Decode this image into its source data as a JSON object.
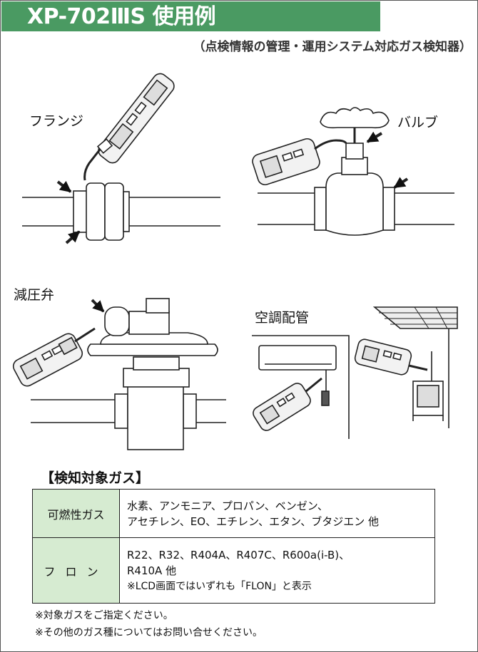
{
  "header": {
    "title": "XP-702ⅢS 使用例",
    "subtitle": "（点検情報の管理・運用システム対応ガス検知器）"
  },
  "illustrations": {
    "flange": "フランジ",
    "valve": "バルブ",
    "regulator": "減圧弁",
    "aircon": "空調配管"
  },
  "gas_section": {
    "heading": "【検知対象ガス】",
    "rows": [
      {
        "category": "可燃性ガス",
        "line1": "水素、アンモニア、プロパン、ベンゼン、",
        "line2": "アセチレン、EO、エチレン、エタン、ブタジエン 他",
        "note": ""
      },
      {
        "category": "フロン",
        "line1": "R22、R32、R404A、R407C、R600a(i-B)、",
        "line2": "R410A 他",
        "note": "※LCD画面ではいずれも「FLON」と表示"
      }
    ]
  },
  "footnotes": [
    "※対象ガスをご指定ください。",
    "※その他のガス種についてはお問い合せください。"
  ]
}
